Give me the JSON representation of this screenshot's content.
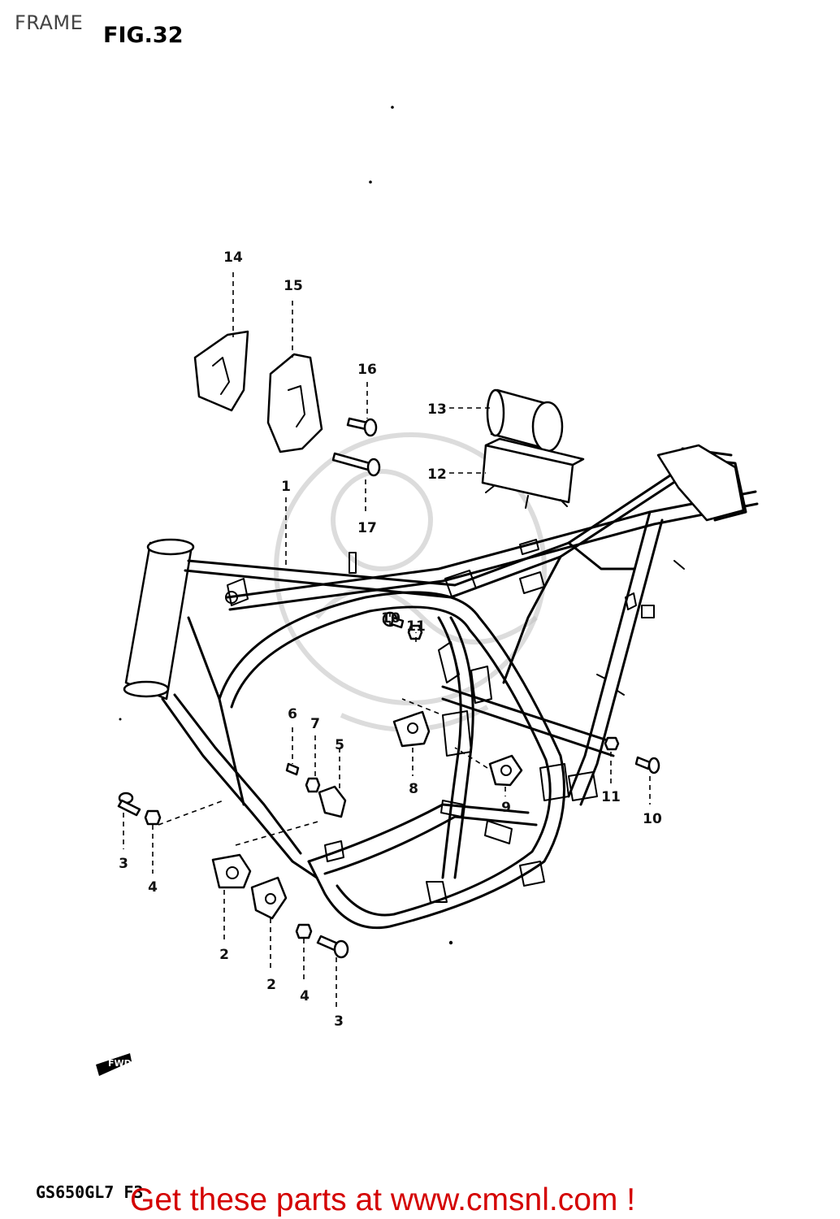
{
  "header": {
    "section_title": "FRAME",
    "figure_label": "FIG.32"
  },
  "callouts": [
    {
      "id": "c14",
      "text": "14"
    },
    {
      "id": "c15",
      "text": "15"
    },
    {
      "id": "c16",
      "text": "16"
    },
    {
      "id": "c13",
      "text": "13"
    },
    {
      "id": "c12",
      "text": "12"
    },
    {
      "id": "c1",
      "text": "1"
    },
    {
      "id": "c17",
      "text": "17"
    },
    {
      "id": "c10a",
      "text": "10"
    },
    {
      "id": "c11a",
      "text": "11"
    },
    {
      "id": "c6",
      "text": "6"
    },
    {
      "id": "c7",
      "text": "7"
    },
    {
      "id": "c5",
      "text": "5"
    },
    {
      "id": "c8",
      "text": "8"
    },
    {
      "id": "c9",
      "text": "9"
    },
    {
      "id": "c11b",
      "text": "11"
    },
    {
      "id": "c10b",
      "text": "10"
    },
    {
      "id": "c3a",
      "text": "3"
    },
    {
      "id": "c4a",
      "text": "4"
    },
    {
      "id": "c2a",
      "text": "2"
    },
    {
      "id": "c2b",
      "text": "2"
    },
    {
      "id": "c4b",
      "text": "4"
    },
    {
      "id": "c3b",
      "text": "3"
    }
  ],
  "footer": {
    "model_code": "GS650GL7 F3",
    "promo_text": "Get these parts at www.cmsnl.com !"
  },
  "colors": {
    "promo": "#d40000",
    "line_art": "#000000",
    "watermark": "#bfbfbf"
  }
}
